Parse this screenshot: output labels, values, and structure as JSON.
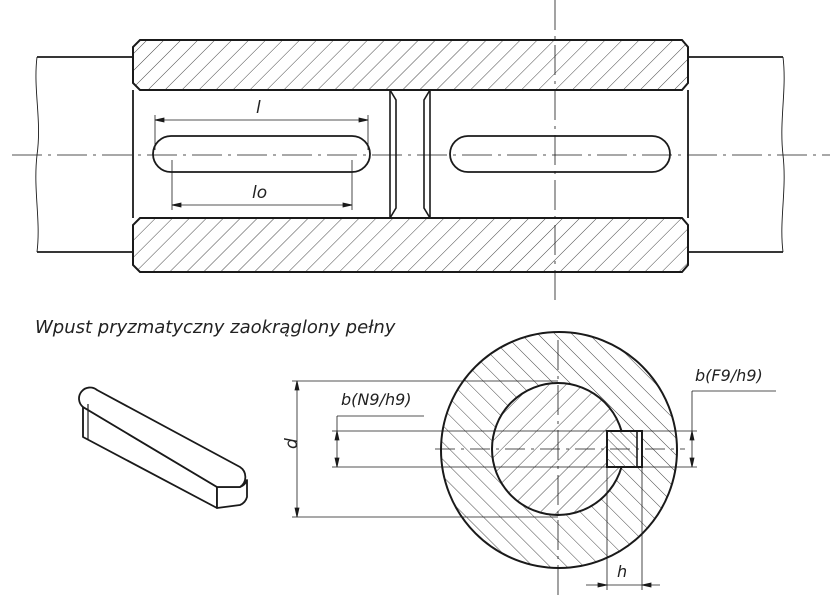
{
  "title": "Wpust pryzmatyczny zaokrąglony pełny",
  "labels": {
    "l": "l",
    "lo": "lo",
    "d": "d",
    "b_hub": "b(N9/h9)",
    "b_shaft": "b(F9/h9)",
    "h": "h"
  },
  "colors": {
    "line": "#1a1a1a",
    "thin": "#333333"
  }
}
